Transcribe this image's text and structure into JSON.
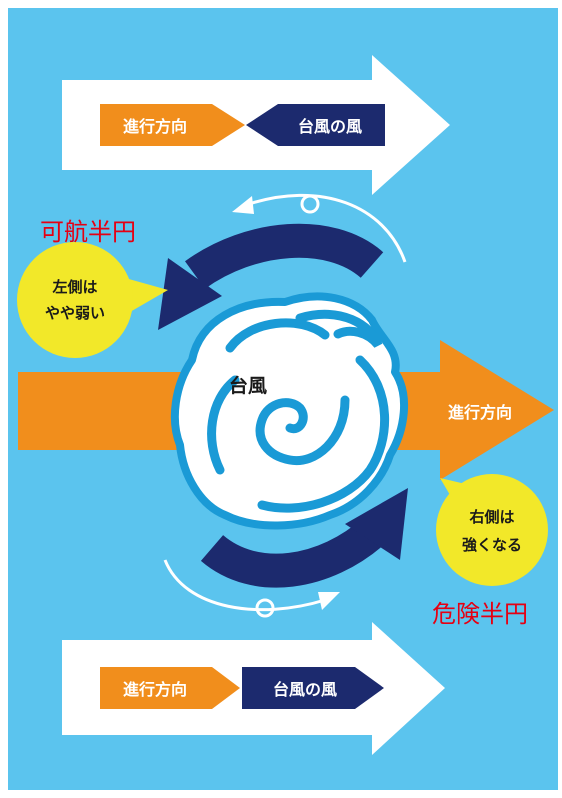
{
  "top_panel": {
    "direction_label": "進行方向",
    "wind_label": "台風の風"
  },
  "bottom_panel": {
    "direction_label": "進行方向",
    "wind_label": "台風の風"
  },
  "left_zone": {
    "title": "可航半円",
    "bubble_line1": "左側は",
    "bubble_line2": "やや弱い"
  },
  "right_zone": {
    "title": "危険半円",
    "bubble_line1": "右側は",
    "bubble_line2": "強くなる"
  },
  "typhoon": {
    "label": "台風"
  },
  "main_arrow": {
    "label": "進行方向"
  },
  "colors": {
    "background": "#5bc4ee",
    "orange": "#f18e1c",
    "navy": "#1c2a6e",
    "yellow": "#f2e829",
    "swirl_blue": "#1a9ad6",
    "danger_red": "#e60012"
  }
}
